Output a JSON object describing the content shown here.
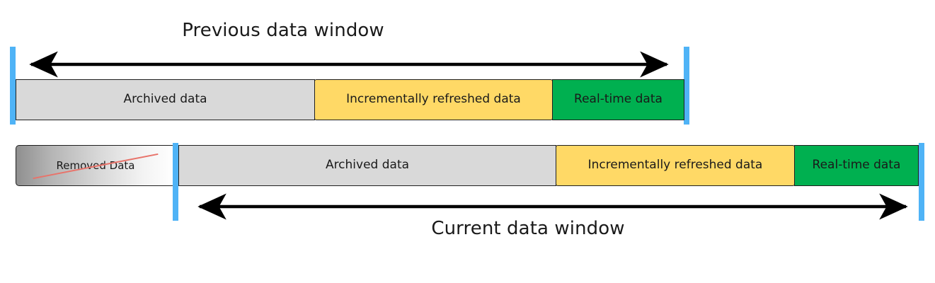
{
  "diagram": {
    "title_previous": "Previous data window",
    "title_current": "Current data window",
    "colors": {
      "marker_blue": "#4fb3f6",
      "archived_gray": "#d9d9d9",
      "incremental_yellow": "#ffd966",
      "realtime_green": "#00b050",
      "removed_strike_red": "#e8736a",
      "outline": "#1f1f1f",
      "text": "#1a1a1a"
    },
    "rows": [
      {
        "name": "previous-row",
        "window_label": "Previous data window",
        "label_position": "above",
        "arrow_label": "previous-window-span-arrow",
        "segments": [
          {
            "key": "archived",
            "label": "Archived data"
          },
          {
            "key": "incremental",
            "label": "Incrementally refreshed data"
          },
          {
            "key": "realtime",
            "label": "Real-time data"
          }
        ]
      },
      {
        "name": "current-row",
        "window_label": "Current data window",
        "label_position": "below",
        "arrow_label": "current-window-span-arrow",
        "segments": [
          {
            "key": "removed",
            "label": "Removed Data"
          },
          {
            "key": "archived",
            "label": "Archived data"
          },
          {
            "key": "incremental",
            "label": "Incrementally refreshed data"
          },
          {
            "key": "realtime",
            "label": "Real-time data"
          }
        ]
      }
    ]
  }
}
